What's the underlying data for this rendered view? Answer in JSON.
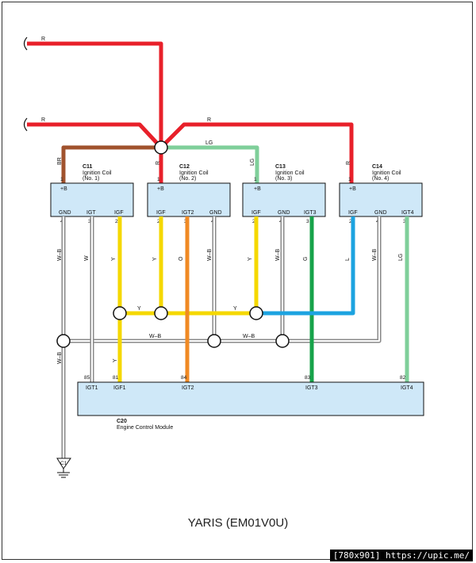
{
  "caption": "YARIS (EM01V0U)",
  "watermark": "[780x901] https://upic.me/",
  "colors": {
    "red": "#e8202a",
    "brown": "#a0522d",
    "lightgreen": "#7fcf9a",
    "yellow": "#f5d800",
    "orange": "#f08a24",
    "green": "#17a34a",
    "blue": "#1ca3e0",
    "white_black": "#9a9a9a",
    "box_fill": "#cfe8f8"
  },
  "wires": {
    "r": "R",
    "br": "BR",
    "lg": "LG",
    "y": "Y",
    "o": "O",
    "wb": "W–B",
    "w": "W",
    "g": "G",
    "l": "L"
  },
  "coils": [
    {
      "id": "C11",
      "name": "Ignition Coil",
      "num": "(No. 1)",
      "plus": "+B",
      "pin_top": "1",
      "pins": [
        {
          "label": "GND",
          "num": "4"
        },
        {
          "label": "IGT",
          "num": "3"
        },
        {
          "label": "IGF",
          "num": "2"
        }
      ]
    },
    {
      "id": "C12",
      "name": "Ignition Coil",
      "num": "(No. 2)",
      "plus": "+B",
      "pin_top": "1",
      "pins": [
        {
          "label": "IGF",
          "num": "2"
        },
        {
          "label": "IGT2",
          "num": "3"
        },
        {
          "label": "GND",
          "num": "4"
        }
      ]
    },
    {
      "id": "C13",
      "name": "Ignition Coil",
      "num": "(No. 3)",
      "plus": "+B",
      "pin_top": "1",
      "pins": [
        {
          "label": "IGF",
          "num": "2"
        },
        {
          "label": "GND",
          "num": "4"
        },
        {
          "label": "IGT3",
          "num": "3"
        }
      ]
    },
    {
      "id": "C14",
      "name": "Ignition Coil",
      "num": "(No. 4)",
      "plus": "+B",
      "pin_top": "1",
      "pins": [
        {
          "label": "IGF",
          "num": "2"
        },
        {
          "label": "GND",
          "num": "4"
        },
        {
          "label": "IGT4",
          "num": "3"
        }
      ]
    }
  ],
  "ecm": {
    "id": "C20",
    "name": "Engine Control Module",
    "pins": [
      {
        "label": "IGT1",
        "num": "85"
      },
      {
        "label": "IGF1",
        "num": "81"
      },
      {
        "label": "IGT2",
        "num": "84"
      },
      {
        "label": "IGT3",
        "num": "83"
      },
      {
        "label": "IGT4",
        "num": "82"
      }
    ]
  },
  "ground": {
    "id": "C1"
  }
}
